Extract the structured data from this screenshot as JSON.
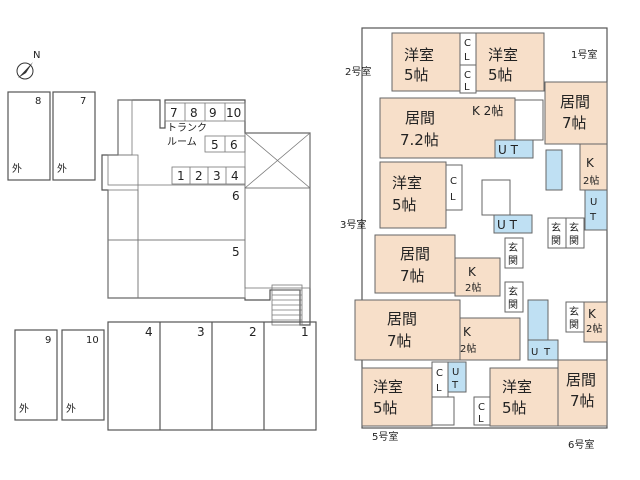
{
  "compass": {
    "label": "N",
    "icon": "north-arrow-icon"
  },
  "parking": {
    "spots_top": [
      {
        "num": "8",
        "tag": "外"
      },
      {
        "num": "7",
        "tag": "外"
      }
    ],
    "spots_bottom": [
      {
        "num": "9",
        "tag": "外"
      },
      {
        "num": "10",
        "tag": "外"
      }
    ],
    "bays": [
      "4",
      "3",
      "2",
      "1"
    ]
  },
  "building": {
    "trunk_room_label": "トランク\nルーム",
    "trunk_numbers_top": [
      "7",
      "8",
      "9",
      "10"
    ],
    "trunk_numbers_mid": [
      "5",
      "6"
    ],
    "trunk_numbers_low": [
      "1",
      "2",
      "3",
      "4"
    ],
    "row_numbers": [
      "6",
      "5"
    ]
  },
  "units": {
    "u2": {
      "name": "2号室",
      "r1": "洋室\n5帖"
    },
    "u1": {
      "name": "1号室",
      "r1": "洋室\n5帖",
      "r2": "居間\n7帖",
      "k": "K\n2帖"
    },
    "u2b": {
      "r1": "居間\n7.2帖",
      "k": "K 2帖"
    },
    "u3": {
      "name": "3号室",
      "r1": "洋室\n5帖",
      "r2": "居間\n7帖",
      "k": "K\n2帖"
    },
    "u4": {
      "r1": "居間\n7帖",
      "k": "K\n2帖"
    },
    "u5": {
      "name": "5号室",
      "r1": "洋室\n5帖"
    },
    "u6": {
      "name": "6号室",
      "r1": "洋室\n5帖",
      "r2": "居間\n7帖"
    }
  },
  "labels": {
    "cl": "C\nL",
    "ut": "U T",
    "genkan": "玄\n関"
  }
}
